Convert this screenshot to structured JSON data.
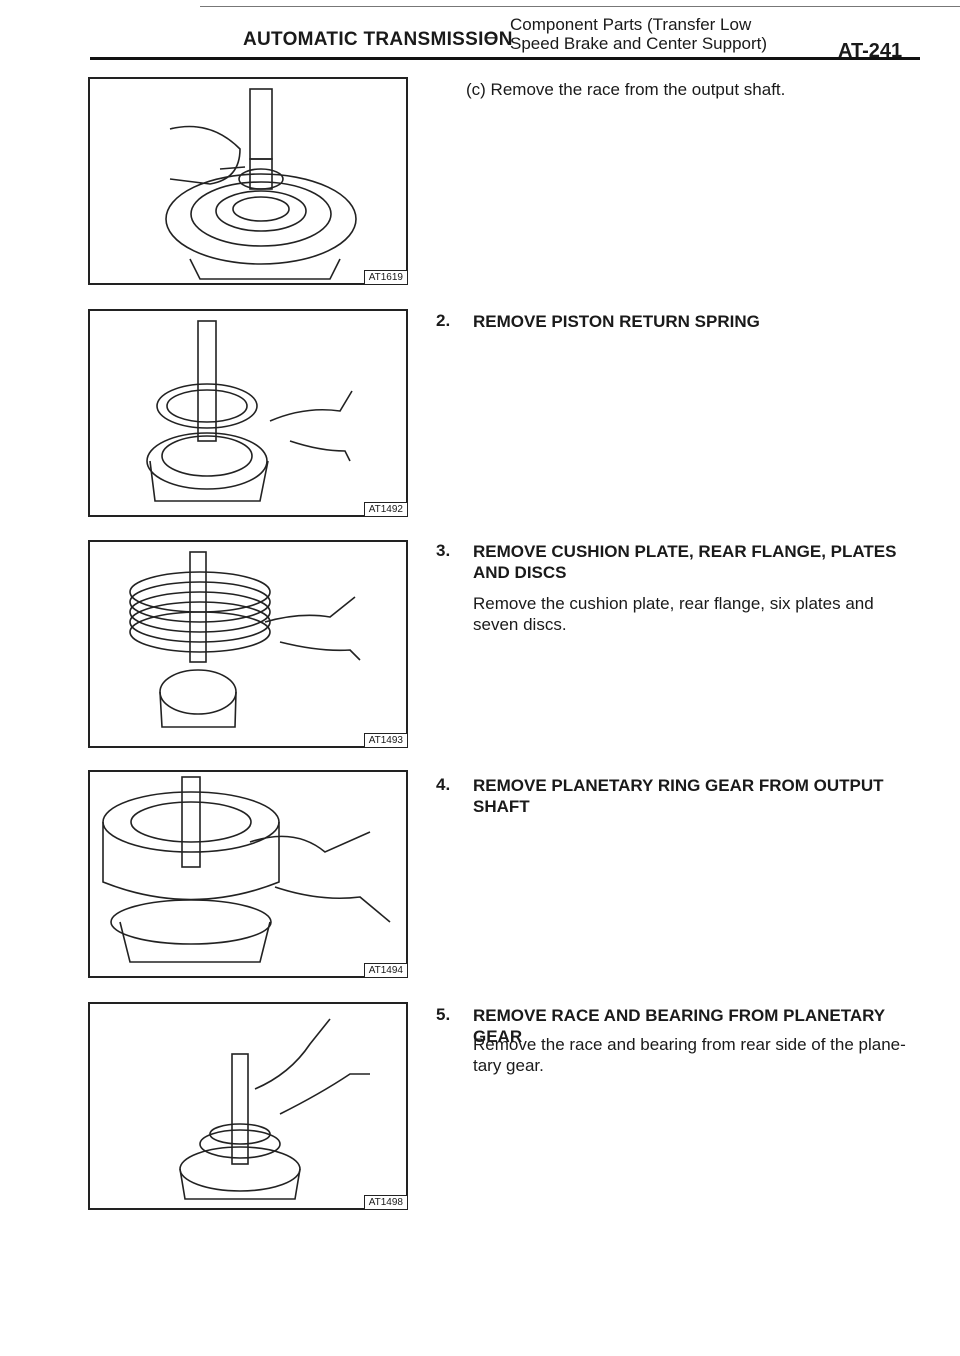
{
  "header": {
    "section": "AUTOMATIC TRANSMISSION",
    "dash": "–",
    "subtitle_line1": "Component Parts (Transfer Low",
    "subtitle_line2": "Speed Brake and Center Support)",
    "page": "AT-241"
  },
  "intro_step": "(c)  Remove the race from the output shaft.",
  "figures": [
    {
      "code": "AT1619"
    },
    {
      "code": "AT1492"
    },
    {
      "code": "AT1493"
    },
    {
      "code": "AT1494"
    },
    {
      "code": "AT1498"
    }
  ],
  "steps": [
    {
      "num": "2.",
      "title": "REMOVE PISTON RETURN SPRING",
      "body": ""
    },
    {
      "num": "3.",
      "title": "REMOVE CUSHION PLATE, REAR FLANGE, PLATES AND DISCS",
      "body": "Remove the cushion plate, rear flange, six plates and seven discs."
    },
    {
      "num": "4.",
      "title": "REMOVE PLANETARY RING GEAR FROM OUTPUT SHAFT",
      "body": ""
    },
    {
      "num": "5.",
      "title": "REMOVE RACE AND BEARING FROM PLANETARY GEAR",
      "body": "Remove the race and bearing from rear side of the plane- tary gear."
    }
  ]
}
